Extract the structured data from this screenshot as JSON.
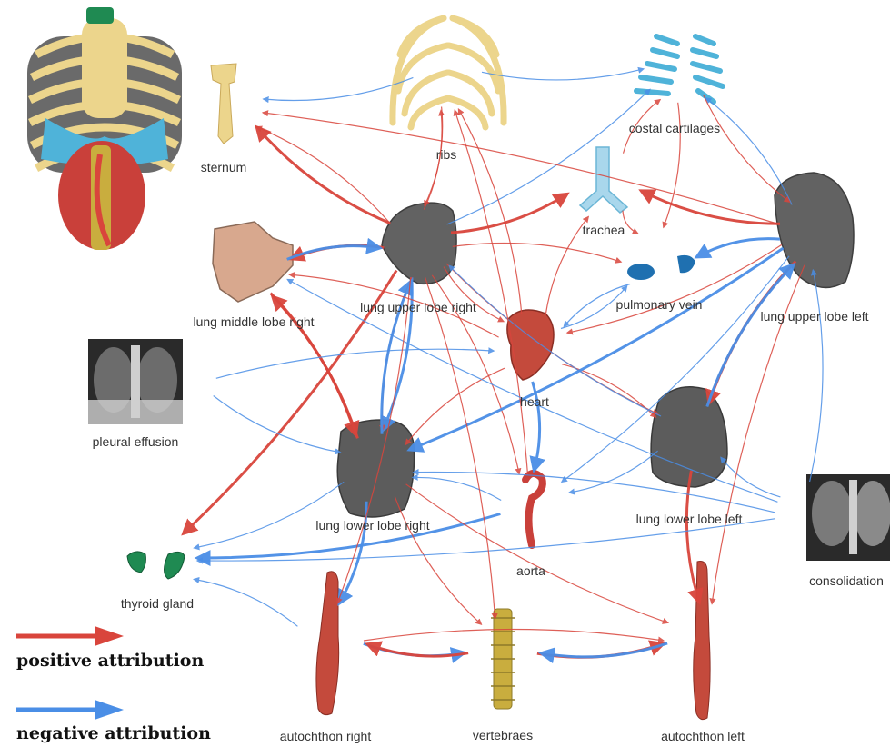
{
  "colors": {
    "positive": "#d9453c",
    "negative": "#4a8ee6",
    "bone": "#ecd58c",
    "cartilage": "#4fb3d9",
    "lung": "#6b6b6b",
    "muscle": "#c9403a",
    "middle_lobe": "#d8a88e",
    "thyroid": "#1f8a52",
    "vertebrae": "#c9ad3e"
  },
  "nodes": {
    "sternum": "sternum",
    "ribs": "ribs",
    "costal_cartilages": "costal cartilages",
    "trachea": "trachea",
    "lung_upper_lobe_right": "lung upper lobe right",
    "lung_middle_lobe_right": "lung middle lobe right",
    "pulmonary_vein": "pulmonary vein",
    "lung_upper_lobe_left": "lung upper lobe left",
    "pleural_effusion": "pleural effusion",
    "heart": "heart",
    "lung_lower_lobe_right": "lung lower lobe right",
    "lung_lower_lobe_left": "lung lower lobe left",
    "aorta": "aorta",
    "consolidation": "consolidation",
    "thyroid_gland": "thyroid gland",
    "autochthon_right": "autochthon right",
    "vertebraes": "vertebraes",
    "autochthon_left": "autochthon left"
  },
  "legend": {
    "positive": "positive attribution",
    "negative": "negative attribution"
  },
  "edges": [
    {
      "from": "lung_upper_lobe_right",
      "to": "sternum",
      "sign": "positive",
      "strength": 2
    },
    {
      "from": "lung_upper_lobe_right",
      "to": "sternum",
      "sign": "positive",
      "strength": 1
    },
    {
      "from": "ribs",
      "to": "sternum",
      "sign": "negative",
      "strength": 1
    },
    {
      "from": "lung_upper_lobe_right",
      "to": "ribs",
      "sign": "positive",
      "strength": 1
    },
    {
      "from": "ribs",
      "to": "lung_upper_lobe_right",
      "sign": "positive",
      "strength": 1
    },
    {
      "from": "lung_upper_lobe_right",
      "to": "lung_middle_lobe_right",
      "sign": "positive",
      "strength": 2
    },
    {
      "from": "lung_middle_lobe_right",
      "to": "lung_upper_lobe_right",
      "sign": "negative",
      "strength": 2
    },
    {
      "from": "lung_upper_lobe_right",
      "to": "trachea",
      "sign": "positive",
      "strength": 2
    },
    {
      "from": "lung_upper_lobe_right",
      "to": "pulmonary_vein",
      "sign": "positive",
      "strength": 1
    },
    {
      "from": "lung_upper_lobe_right",
      "to": "costal_cartilages",
      "sign": "negative",
      "strength": 1
    },
    {
      "from": "lung_upper_lobe_right",
      "to": "lung_lower_lobe_right",
      "sign": "negative",
      "strength": 2
    },
    {
      "from": "lung_upper_lobe_right",
      "to": "lung_lower_lobe_right",
      "sign": "positive",
      "strength": 1
    },
    {
      "from": "lung_upper_lobe_right",
      "to": "thyroid_gland",
      "sign": "positive",
      "strength": 2
    },
    {
      "from": "lung_upper_lobe_right",
      "to": "heart",
      "sign": "positive",
      "strength": 1
    },
    {
      "from": "lung_upper_lobe_right",
      "to": "aorta",
      "sign": "positive",
      "strength": 1
    },
    {
      "from": "lung_upper_lobe_right",
      "to": "lung_lower_lobe_left",
      "sign": "positive",
      "strength": 1
    },
    {
      "from": "lung_middle_lobe_right",
      "to": "lung_lower_lobe_right",
      "sign": "positive",
      "strength": 2
    },
    {
      "from": "lung_lower_lobe_right",
      "to": "lung_middle_lobe_right",
      "sign": "positive",
      "strength": 2
    },
    {
      "from": "lung_lower_lobe_right",
      "to": "lung_upper_lobe_right",
      "sign": "negative",
      "strength": 2
    },
    {
      "from": "pleural_effusion",
      "to": "lung_lower_lobe_right",
      "sign": "negative",
      "strength": 1
    },
    {
      "from": "pleural_effusion",
      "to": "heart",
      "sign": "negative",
      "strength": 1
    },
    {
      "from": "heart",
      "to": "lung_middle_lobe_right",
      "sign": "positive",
      "strength": 1
    },
    {
      "from": "heart",
      "to": "trachea",
      "sign": "positive",
      "strength": 1
    },
    {
      "from": "heart",
      "to": "pulmonary_vein",
      "sign": "negative",
      "strength": 1
    },
    {
      "from": "heart",
      "to": "aorta",
      "sign": "negative",
      "strength": 2
    },
    {
      "from": "heart",
      "to": "lung_lower_lobe_right",
      "sign": "positive",
      "strength": 1
    },
    {
      "from": "heart",
      "to": "lung_lower_lobe_left",
      "sign": "positive",
      "strength": 1
    },
    {
      "from": "heart",
      "to": "ribs",
      "sign": "positive",
      "strength": 1
    },
    {
      "from": "lung_upper_lobe_left",
      "to": "trachea",
      "sign": "positive",
      "strength": 2
    },
    {
      "from": "lung_upper_lobe_left",
      "to": "pulmonary_vein",
      "sign": "negative",
      "strength": 2
    },
    {
      "from": "lung_upper_lobe_left",
      "to": "heart",
      "sign": "positive",
      "strength": 1
    },
    {
      "from": "lung_upper_lobe_left",
      "to": "lung_lower_lobe_left",
      "sign": "positive",
      "strength": 2
    },
    {
      "from": "lung_lower_lobe_left",
      "to": "lung_upper_lobe_left",
      "sign": "negative",
      "strength": 2
    },
    {
      "from": "lung_upper_lobe_left",
      "to": "costal_cartilages",
      "sign": "negative",
      "strength": 1
    },
    {
      "from": "lung_upper_lobe_left",
      "to": "lung_lower_lobe_right",
      "sign": "negative",
      "strength": 2
    },
    {
      "from": "lung_upper_lobe_left",
      "to": "sternum",
      "sign": "positive",
      "strength": 1
    },
    {
      "from": "lung_upper_lobe_left",
      "to": "aorta",
      "sign": "negative",
      "strength": 1
    },
    {
      "from": "costal_cartilages",
      "to": "lung_upper_lobe_left",
      "sign": "positive",
      "strength": 1
    },
    {
      "from": "trachea",
      "to": "costal_cartilages",
      "sign": "positive",
      "strength": 1
    },
    {
      "from": "ribs",
      "to": "costal_cartilages",
      "sign": "negative",
      "strength": 1
    },
    {
      "from": "costal_cartilages",
      "to": "pulmonary_vein",
      "sign": "positive",
      "strength": 1
    },
    {
      "from": "trachea",
      "to": "pulmonary_vein",
      "sign": "positive",
      "strength": 1
    },
    {
      "from": "lung_lower_lobe_left",
      "to": "lung_upper_lobe_right",
      "sign": "negative",
      "strength": 1
    },
    {
      "from": "lung_lower_lobe_left",
      "to": "autochthon_left",
      "sign": "positive",
      "strength": 2
    },
    {
      "from": "lung_lower_lobe_left",
      "to": "aorta",
      "sign": "negative",
      "strength": 1
    },
    {
      "from": "aorta",
      "to": "lung_lower_lobe_right",
      "sign": "negative",
      "strength": 1
    },
    {
      "from": "aorta",
      "to": "thyroid_gland",
      "sign": "negative",
      "strength": 2
    },
    {
      "from": "aorta",
      "to": "ribs",
      "sign": "positive",
      "strength": 1
    },
    {
      "from": "lung_lower_lobe_right",
      "to": "autochthon_right",
      "sign": "negative",
      "strength": 2
    },
    {
      "from": "lung_lower_lobe_right",
      "to": "vertebraes",
      "sign": "positive",
      "strength": 1
    },
    {
      "from": "lung_lower_lobe_right",
      "to": "thyroid_gland",
      "sign": "negative",
      "strength": 1
    },
    {
      "from": "lung_lower_lobe_right",
      "to": "autochthon_left",
      "sign": "positive",
      "strength": 1
    },
    {
      "from": "consolidation",
      "to": "lung_lower_lobe_left",
      "sign": "negative",
      "strength": 1
    },
    {
      "from": "consolidation",
      "to": "lung_lower_lobe_right",
      "sign": "negative",
      "strength": 1
    },
    {
      "from": "consolidation",
      "to": "thyroid_gland",
      "sign": "negative",
      "strength": 1
    },
    {
      "from": "consolidation",
      "to": "lung_upper_lobe_left",
      "sign": "negative",
      "strength": 1
    },
    {
      "from": "consolidation",
      "to": "lung_middle_lobe_right",
      "sign": "negative",
      "strength": 1
    },
    {
      "from": "autochthon_right",
      "to": "vertebraes",
      "sign": "negative",
      "strength": 2
    },
    {
      "from": "vertebraes",
      "to": "autochthon_right",
      "sign": "positive",
      "strength": 2
    },
    {
      "from": "vertebraes",
      "to": "autochthon_left",
      "sign": "positive",
      "strength": 2
    },
    {
      "from": "autochthon_left",
      "to": "vertebraes",
      "sign": "negative",
      "strength": 2
    },
    {
      "from": "autochthon_right",
      "to": "thyroid_gland",
      "sign": "negative",
      "strength": 1
    },
    {
      "from": "autochthon_right",
      "to": "autochthon_left",
      "sign": "positive",
      "strength": 1
    },
    {
      "from": "lung_upper_lobe_left",
      "to": "autochthon_left",
      "sign": "positive",
      "strength": 1
    },
    {
      "from": "lung_upper_lobe_right",
      "to": "vertebraes",
      "sign": "positive",
      "strength": 1
    },
    {
      "from": "pulmonary_vein",
      "to": "heart",
      "sign": "negative",
      "strength": 1
    },
    {
      "from": "lung_upper_lobe_right",
      "to": "autochthon_right",
      "sign": "positive",
      "strength": 1
    }
  ]
}
